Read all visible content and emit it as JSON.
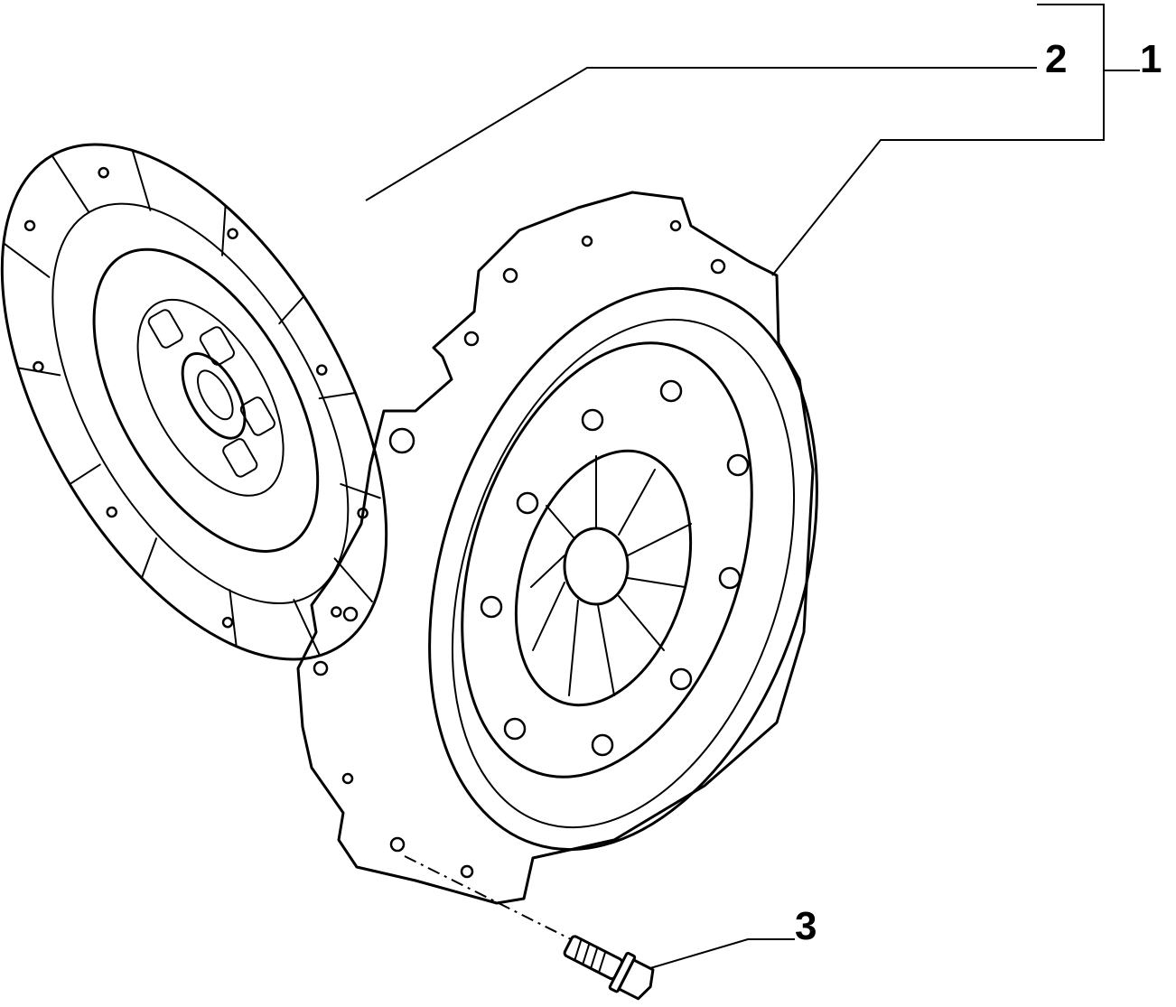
{
  "callouts": {
    "clutch_kit": "1",
    "clutch_disc": "2",
    "bolt": "3"
  },
  "colors": {
    "ink": "#000000",
    "paper": "#ffffff"
  }
}
